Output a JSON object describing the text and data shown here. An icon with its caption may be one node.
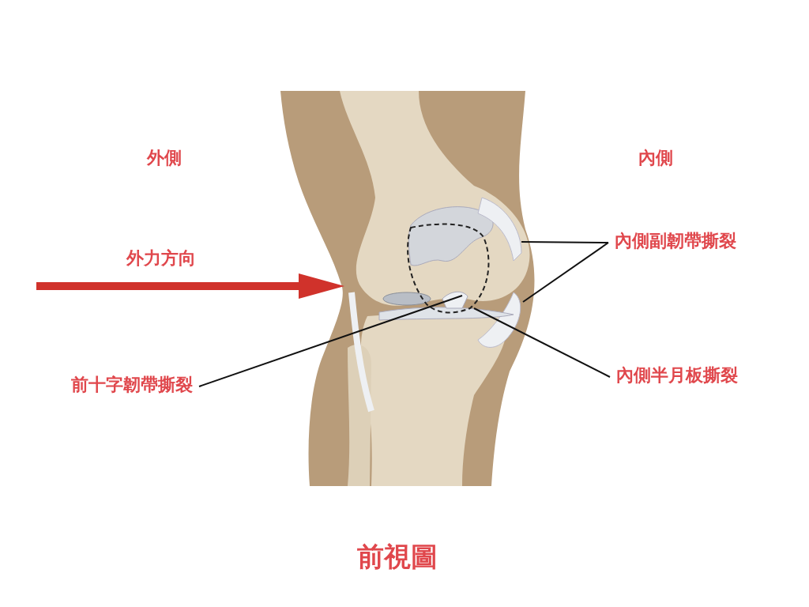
{
  "diagram": {
    "caption": "前視圖",
    "nodes": [
      {
        "text": [
          "前十字韌帶撕裂"
        ]
      },
      {
        "text": [
          "內側副韌帶撕裂"
        ]
      },
      {
        "text": [
          "內側半月板撕裂"
        ]
      }
    ],
    "edges": [
      {
        "from": 0,
        "to": null,
        "arrow": "none"
      },
      {
        "from": 1,
        "to": null,
        "arrow": "none"
      },
      {
        "from": 1,
        "to": null,
        "arrow": "none"
      },
      {
        "from": 2,
        "to": null,
        "arrow": "none"
      }
    ],
    "labels": [
      "外側",
      "內側",
      "外力方向"
    ]
  }
}
